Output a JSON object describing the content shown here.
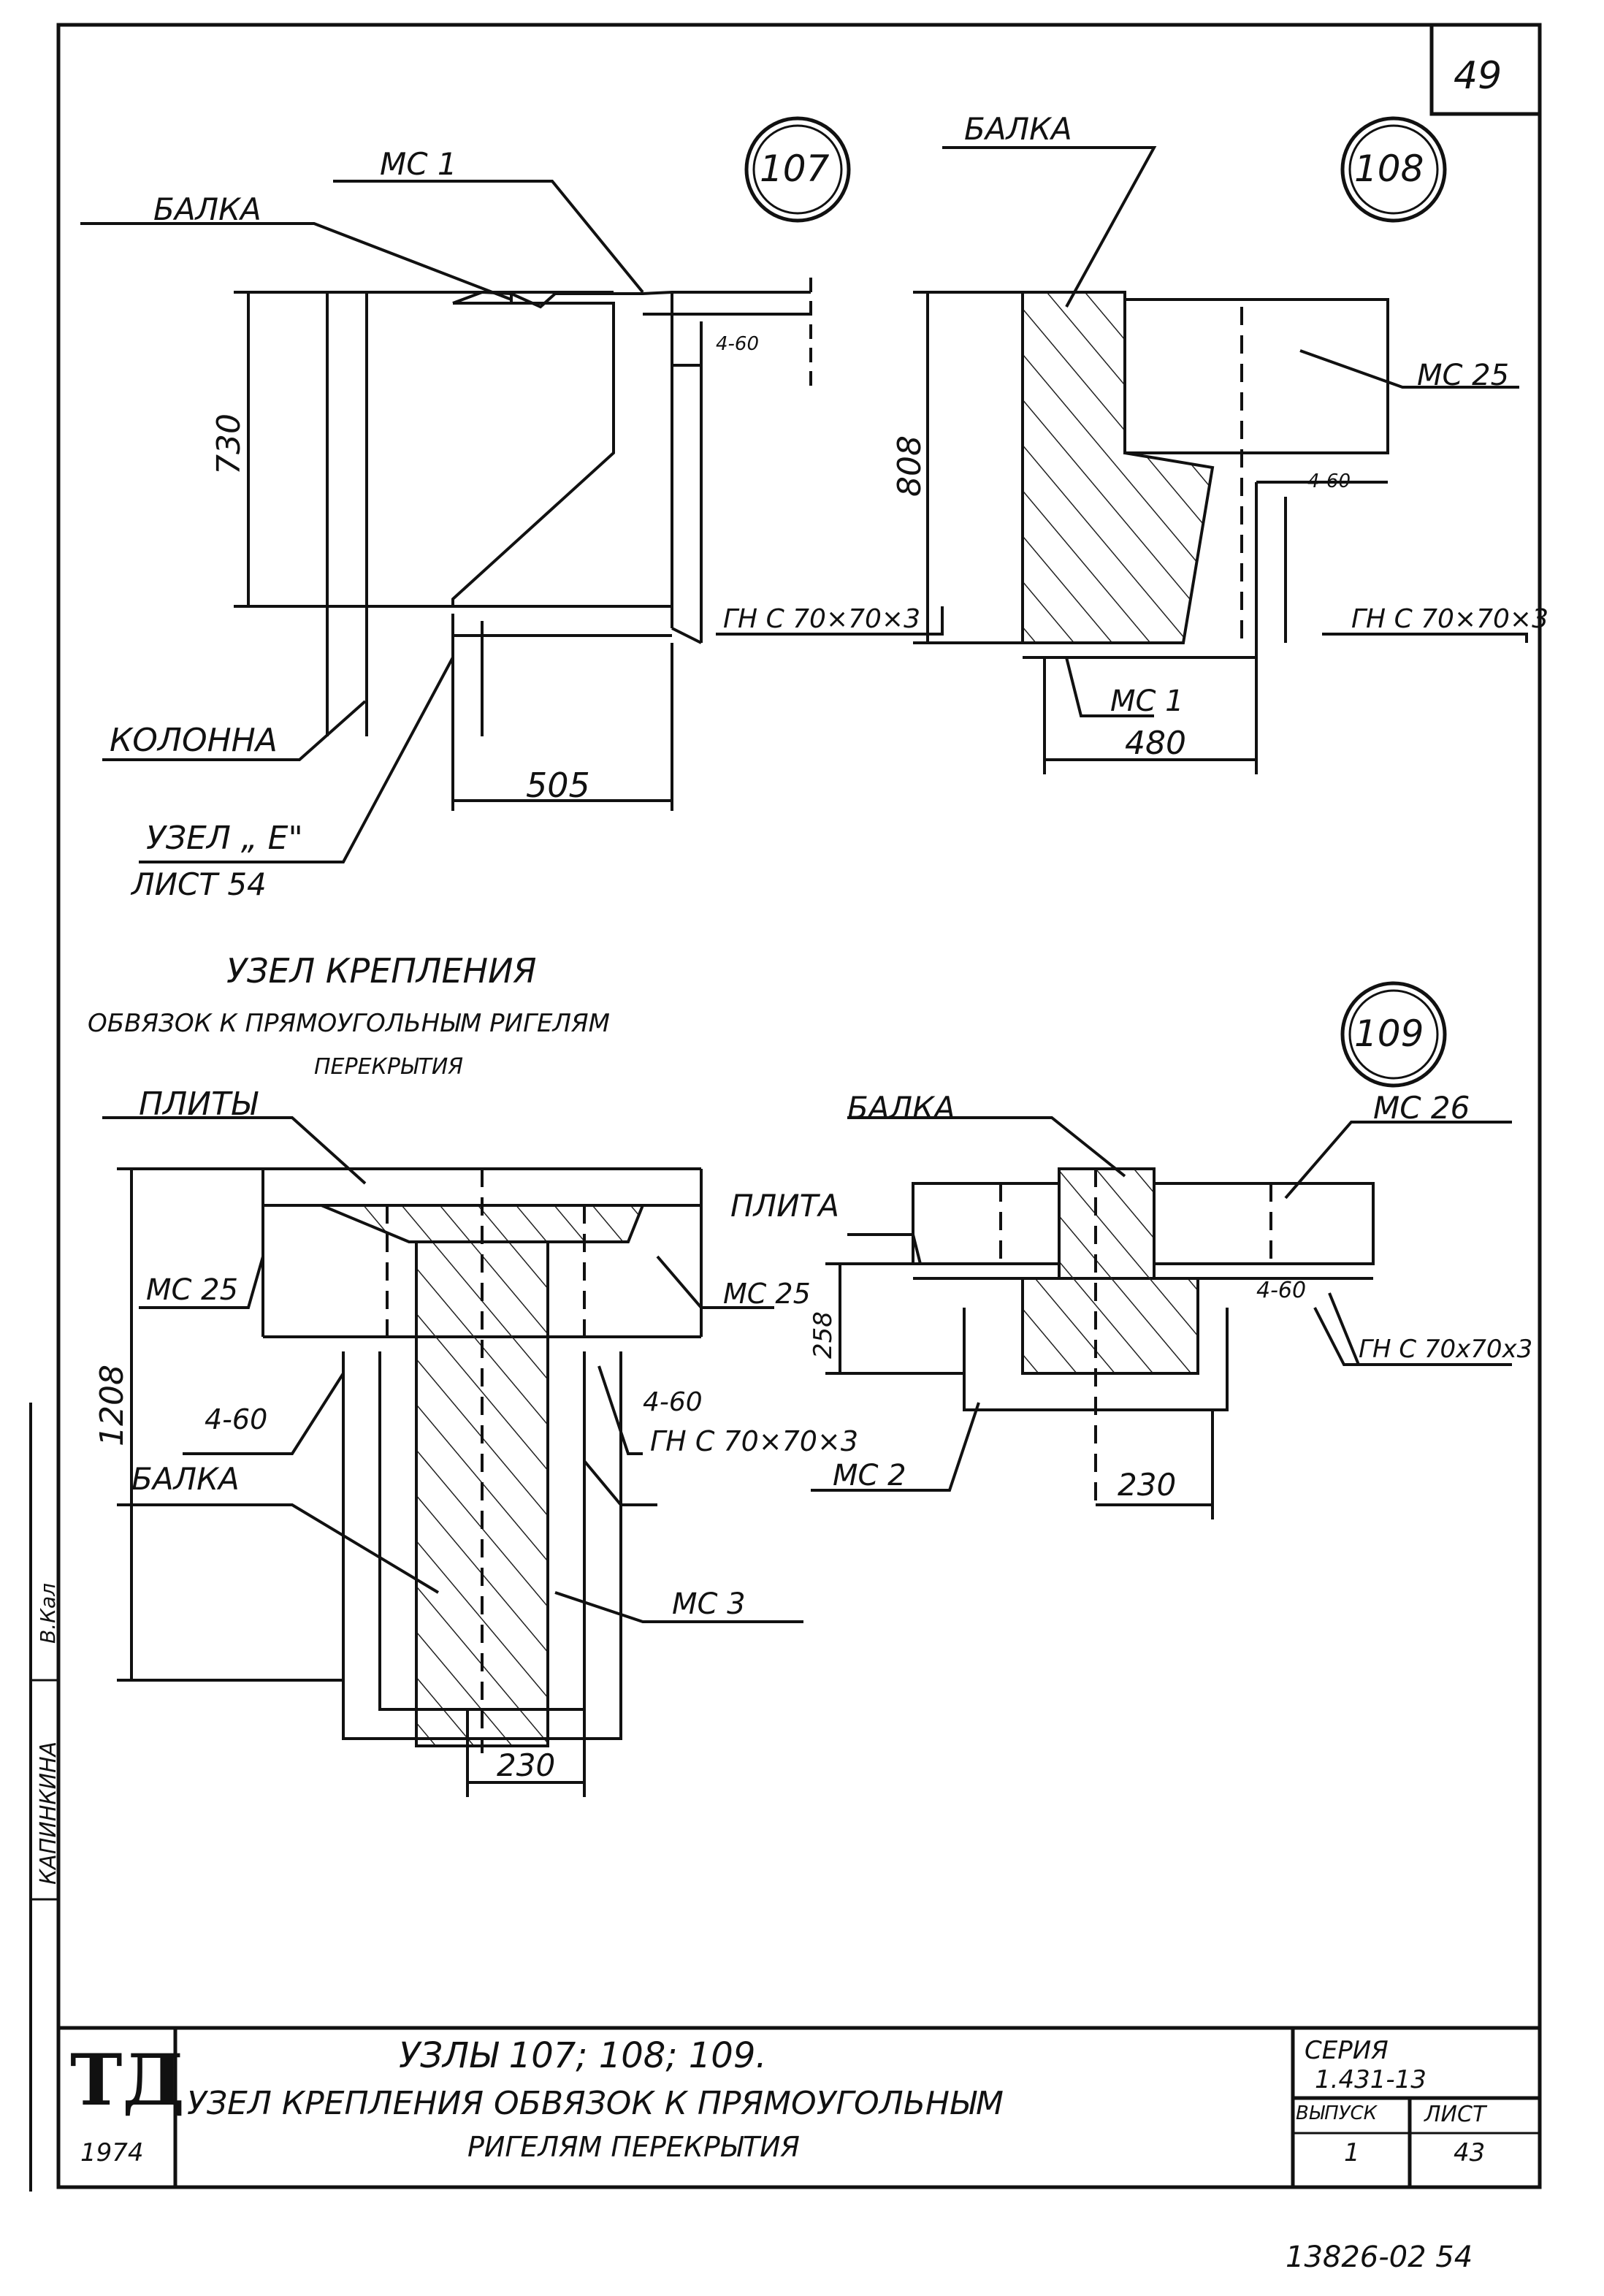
{
  "sheet": {
    "page_number": "49",
    "stamp_number": "13826-02 54",
    "side_stamp": "КАПИНКИНА",
    "side_stamp_2": "В.Кал"
  },
  "node_107": {
    "number": "107",
    "labels": {
      "ms1": "МС 1",
      "beam": "БАЛКА",
      "column": "КОЛОННА",
      "gns": "ГН С 70×70×3",
      "weld": "4-60",
      "node_ref": "УЗЕЛ „ Е\"",
      "sheet_ref": "ЛИСТ 54"
    },
    "dims": {
      "height": "730",
      "width": "505"
    }
  },
  "node_108": {
    "number": "108",
    "labels": {
      "beam": "БАЛКА",
      "ms25": "МС 25",
      "weld": "4-60",
      "gns": "ГН С 70×70×3",
      "ms1": "МС 1"
    },
    "dims": {
      "height": "808",
      "width": "480"
    }
  },
  "node_left": {
    "title_line1": "УЗЕЛ КРЕПЛЕНИЯ",
    "title_line2": "ОБВЯЗОК К ПРЯМОУГОЛЬНЫМ РИГЕЛЯМ",
    "title_line3": "ПЕРЕКРЫТИЯ",
    "labels": {
      "slabs": "ПЛИТЫ",
      "ms25_left": "МС 25",
      "ms25_right": "МС 25",
      "weld_left": "4-60",
      "weld_right": "4-60",
      "gns": "ГН С 70×70×3",
      "beam": "БАЛКА",
      "ms3": "МС 3"
    },
    "dims": {
      "height": "1208",
      "width": "230"
    }
  },
  "node_109": {
    "number": "109",
    "labels": {
      "beam": "БАЛКА",
      "ms26": "МС 26",
      "slab": "ПЛИТА",
      "weld": "4-60",
      "gns": "ГН С 70х70х3",
      "ms2": "МС 2"
    },
    "dims": {
      "height": "258",
      "width": "230"
    }
  },
  "title_block": {
    "logo": "ТД",
    "year": "1974",
    "title_line1": "УЗЛЫ 107; 108; 109.",
    "title_line2": "УЗЕЛ КРЕПЛЕНИЯ ОБВЯЗОК К ПРЯМОУГОЛЬНЫМ",
    "title_line3": "РИГЕЛЯМ ПЕРЕКРЫТИЯ",
    "series_label": "СЕРИЯ",
    "series_value": "1.431-13",
    "issue_label": "ВЫПУСК",
    "issue_value": "1",
    "sheet_label": "ЛИСТ",
    "sheet_value": "43"
  }
}
